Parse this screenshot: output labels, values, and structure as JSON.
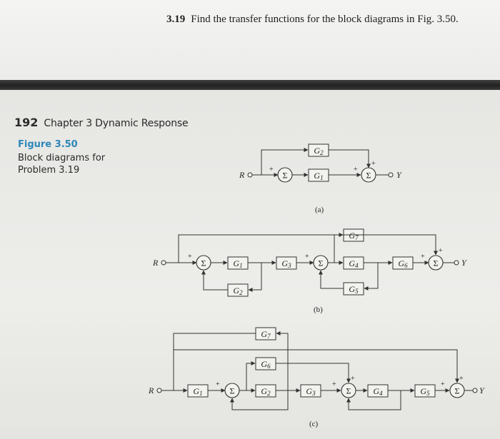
{
  "problem": {
    "number": "3.19",
    "text": "Find the transfer functions for the block diagrams in Fig. 3.50."
  },
  "page": {
    "page_number": "192",
    "chapter_title": "Chapter 3  Dynamic Response"
  },
  "figure": {
    "label": "Figure 3.50",
    "caption": "Block diagrams for Problem 3.19"
  },
  "diagrams": {
    "input_label": "R",
    "output_label": "Y",
    "sigma": "Σ",
    "plus": "+",
    "block_letter": "G",
    "a": {
      "caption": "(a)",
      "blocks": [
        "2",
        "1"
      ]
    },
    "b": {
      "caption": "(b)",
      "blocks": [
        "1",
        "2",
        "3",
        "7",
        "4",
        "5",
        "6"
      ]
    },
    "c": {
      "caption": "(c)",
      "blocks": [
        "7",
        "6",
        "1",
        "2",
        "3",
        "4",
        "5"
      ]
    }
  }
}
